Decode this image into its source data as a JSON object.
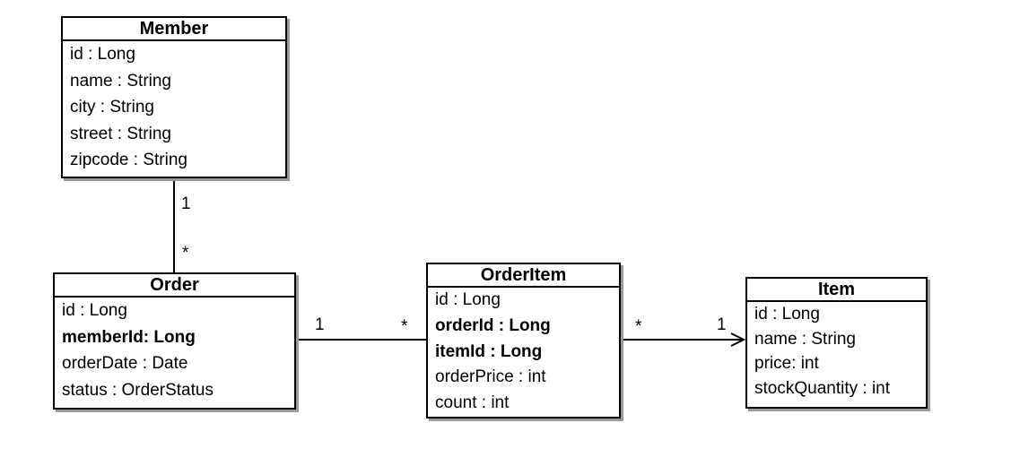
{
  "classes": {
    "member": {
      "name": "Member",
      "attributes": [
        "id : Long",
        "name : String",
        "city : String",
        "street : String",
        "zipcode : String"
      ]
    },
    "order": {
      "name": "Order",
      "attributes": [
        "id : Long",
        "memberId: Long",
        "orderDate : Date",
        "status : OrderStatus"
      ]
    },
    "orderitem": {
      "name": "OrderItem",
      "attributes": [
        "id : Long",
        "orderId : Long",
        "itemId : Long",
        "orderPrice : int",
        "count : int"
      ]
    },
    "item": {
      "name": "Item",
      "attributes": [
        "id : Long",
        "name : String",
        "price: int",
        "stockQuantity : int"
      ]
    }
  },
  "associations": {
    "member_order": {
      "member_end": "1",
      "order_end": "*"
    },
    "order_orderitem": {
      "order_end": "1",
      "orderitem_end": "*"
    },
    "orderitem_item": {
      "orderitem_end": "*",
      "item_end": "1"
    }
  },
  "style": {
    "line_color": "#000000",
    "shadow_color": "#9a9a9a"
  }
}
